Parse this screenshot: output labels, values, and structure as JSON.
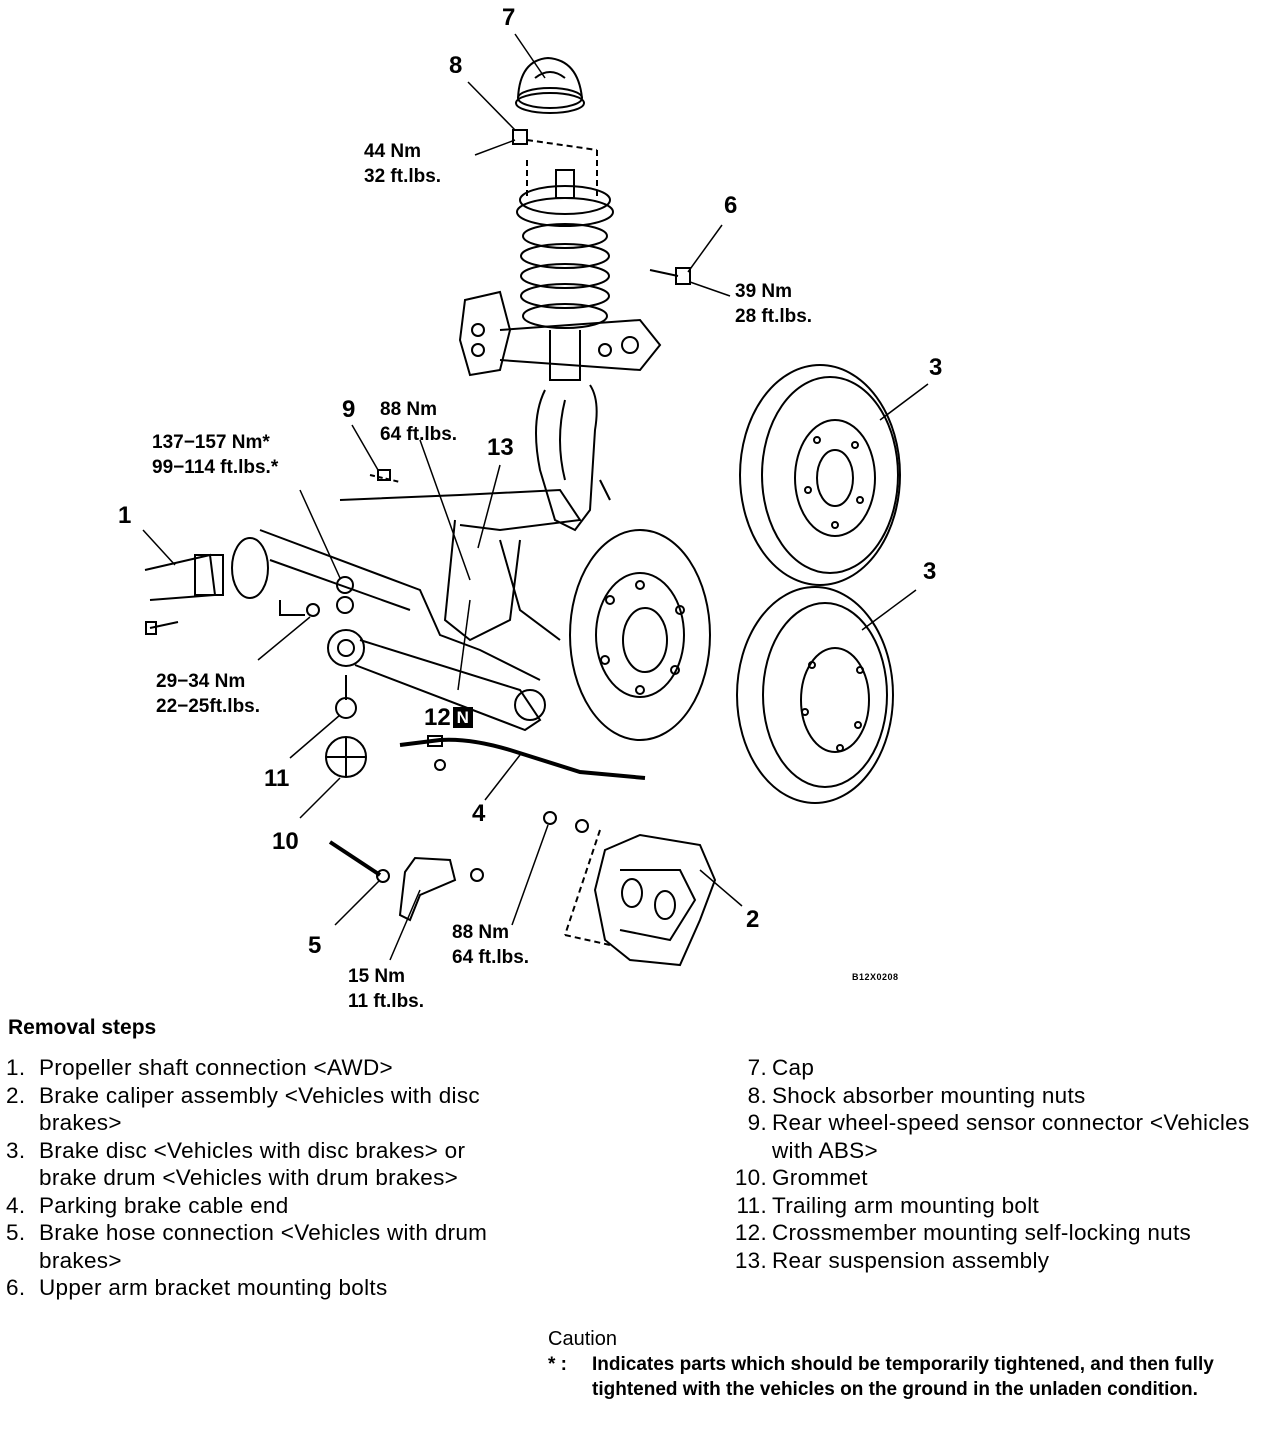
{
  "diagram": {
    "callouts": {
      "n1": "1",
      "n2": "2",
      "n3a": "3",
      "n3b": "3",
      "n4": "4",
      "n5": "5",
      "n6": "6",
      "n7": "7",
      "n8": "8",
      "n9": "9",
      "n10": "10",
      "n11": "11",
      "n12": "12",
      "n12_badge": "N",
      "n13": "13"
    },
    "torques": {
      "t8": [
        "44 Nm",
        "32 ft.lbs."
      ],
      "t6": [
        "39 Nm",
        "28 ft.lbs."
      ],
      "t9": [
        "88 Nm",
        "64 ft.lbs."
      ],
      "tstar": [
        "137−157 Nm*",
        "99−114 ft.lbs.*"
      ],
      "t1": [
        "29−34 Nm",
        "22−25ft.lbs."
      ],
      "t2": [
        "88 Nm",
        "64 ft.lbs."
      ],
      "t5": [
        "15 Nm",
        "11 ft.lbs."
      ]
    },
    "figure_code": "B12X0208"
  },
  "removal": {
    "title": "Removal steps",
    "left": [
      {
        "num": "1.",
        "text": "Propeller shaft connection <AWD>"
      },
      {
        "num": "2.",
        "text": "Brake caliper assembly <Vehicles with disc brakes>"
      },
      {
        "num": "3.",
        "text": "Brake disc <Vehicles with disc brakes> or brake drum <Vehicles with drum brakes>"
      },
      {
        "num": "4.",
        "text": "Parking brake cable end"
      },
      {
        "num": "5.",
        "text": "Brake hose connection <Vehicles with drum brakes>"
      },
      {
        "num": "6.",
        "text": "Upper arm bracket mounting bolts"
      }
    ],
    "right": [
      {
        "num": "7.",
        "text": "Cap"
      },
      {
        "num": "8.",
        "text": "Shock absorber mounting nuts"
      },
      {
        "num": "9.",
        "text": "Rear wheel-speed sensor connector <Vehicles with ABS>"
      },
      {
        "num": "10.",
        "text": "Grommet"
      },
      {
        "num": "11.",
        "text": "Trailing arm mounting bolt"
      },
      {
        "num": "12.",
        "text": "Crossmember mounting self-locking nuts"
      },
      {
        "num": "13.",
        "text": "Rear suspension assembly"
      }
    ]
  },
  "caution": {
    "title": "Caution",
    "marker": "* :",
    "text": "Indicates parts which should be temporarily tightened, and then fully tightened with the vehicles on the ground in the unladen condition."
  }
}
